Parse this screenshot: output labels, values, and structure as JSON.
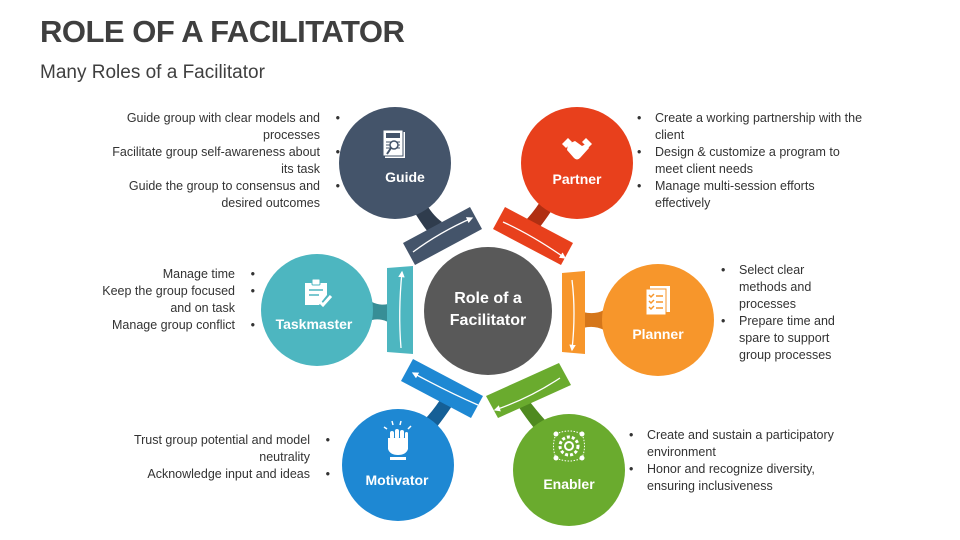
{
  "header": {
    "title": "ROLE OF A FACILITATOR",
    "subtitle": "Many Roles of a Facilitator"
  },
  "center": {
    "label": "Role of a Facilitator",
    "color": "#595959"
  },
  "roles": [
    {
      "name": "Guide",
      "color": "#44546a",
      "icon": "user-guide-icon",
      "bullets": [
        "Guide group with clear models and processes",
        "Facilitate group self-awareness about its task",
        "Guide the group to consensus and desired outcomes"
      ]
    },
    {
      "name": "Partner",
      "color": "#e8401c",
      "icon": "handshake-icon",
      "bullets": [
        "Create a working partnership with the client",
        "Design & customize a program to meet client needs",
        "Manage multi-session efforts effectively"
      ]
    },
    {
      "name": "Planner",
      "color": "#f7962b",
      "icon": "checklist-icon",
      "bullets": [
        "Select clear methods and processes",
        "Prepare time and spare to support group processes"
      ]
    },
    {
      "name": "Enabler",
      "color": "#6aab2e",
      "icon": "gear-network-icon",
      "bullets": [
        "Create and sustain a participatory environment",
        "Honor and recognize diversity, ensuring inclusiveness"
      ]
    },
    {
      "name": "Motivator",
      "color": "#1e88d3",
      "icon": "raised-fist-icon",
      "bullets": [
        "Trust group potential and model neutrality",
        "Acknowledge input and ideas"
      ]
    },
    {
      "name": "Taskmaster",
      "color": "#4db6c0",
      "icon": "clipboard-check-icon",
      "bullets": [
        "Manage time",
        "Keep the group focused and on task",
        "Manage group conflict"
      ]
    }
  ]
}
